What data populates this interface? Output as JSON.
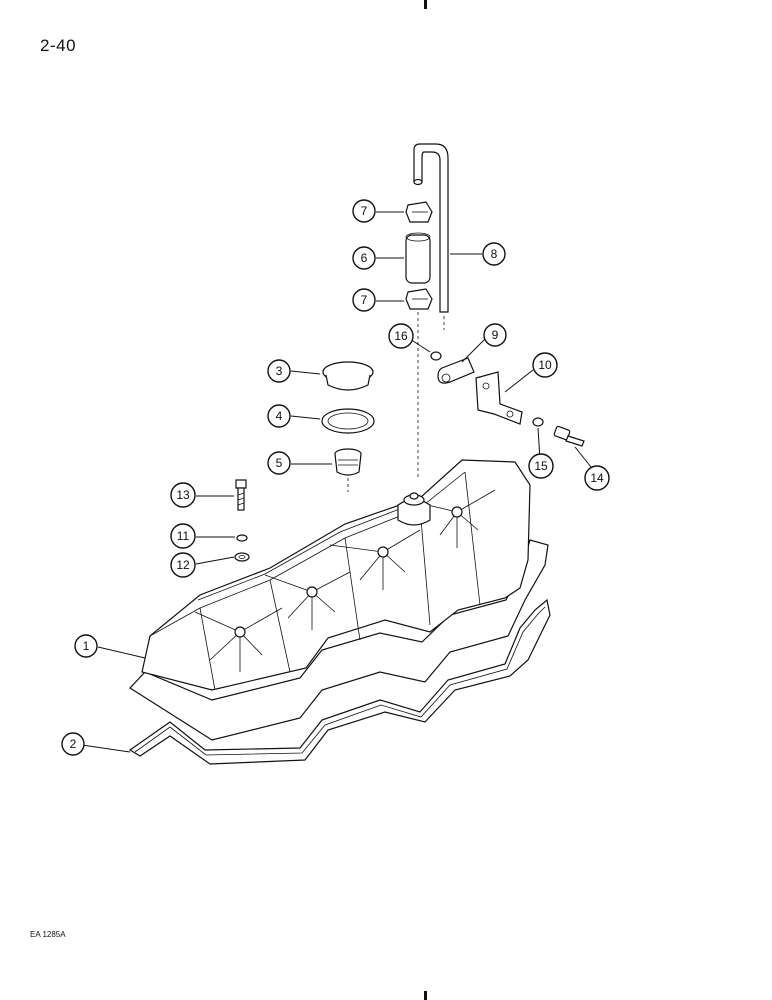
{
  "page": {
    "number": "2-40",
    "figure_code": "EA 1285A"
  },
  "callouts": [
    {
      "id": "1",
      "label": "1"
    },
    {
      "id": "2",
      "label": "2"
    },
    {
      "id": "3",
      "label": "3"
    },
    {
      "id": "4",
      "label": "4"
    },
    {
      "id": "5",
      "label": "5"
    },
    {
      "id": "6",
      "label": "6"
    },
    {
      "id": "7a",
      "label": "7"
    },
    {
      "id": "7b",
      "label": "7"
    },
    {
      "id": "8",
      "label": "8"
    },
    {
      "id": "9",
      "label": "9"
    },
    {
      "id": "10",
      "label": "10"
    },
    {
      "id": "11",
      "label": "11"
    },
    {
      "id": "12",
      "label": "12"
    },
    {
      "id": "13",
      "label": "13"
    },
    {
      "id": "14",
      "label": "14"
    },
    {
      "id": "15",
      "label": "15"
    },
    {
      "id": "16",
      "label": "16"
    }
  ]
}
